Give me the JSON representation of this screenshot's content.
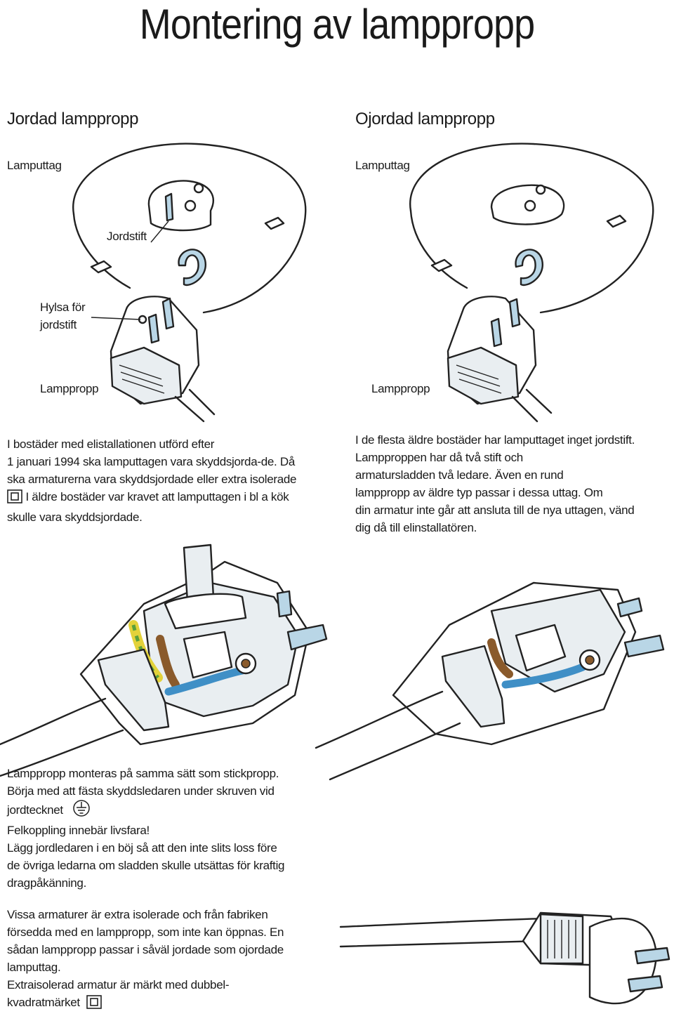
{
  "title": "Montering av lamppropp",
  "left": {
    "heading": "Jordad lamppropp",
    "label_lamputtag": "Lamputtag",
    "label_jordstift": "Jordstift",
    "label_hylsa": [
      "Hylsa för",
      "jordstift"
    ],
    "label_lamppropp": "Lamppropp",
    "paragraph": [
      "I bostäder med elistallationen utförd efter",
      "1 januari 1994 ska lamputtagen vara skyddsjorda-de. Då",
      "ska armaturerna vara skyddsjordade eller extra isolerade",
      "I äldre bostäder var kravet att lamputtagen i bl a kök",
      "skulle vara skyddsjordade."
    ]
  },
  "right": {
    "heading": "Ojordad lamppropp",
    "label_lamputtag": "Lamputtag",
    "label_lamppropp": "Lamppropp",
    "paragraph": [
      "I de flesta äldre bostäder har lamputtaget inget jordstift.",
      "Lampproppen har då två stift och",
      "armatursladden två ledare. Även en rund",
      "lamppropp av äldre typ passar i dessa uttag. Om",
      "din armatur inte går att ansluta till de nya uttagen, vänd",
      "dig då till elinstallatören."
    ]
  },
  "mounting": {
    "lines": [
      "Lamppropp monteras på samma sätt som stickpropp.",
      "Börja med att fästa skyddsledaren under skruven vid",
      "jordtecknet",
      "Felkoppling innebär livsfara!",
      "Lägg jordledaren i en böj så att den inte slits loss före",
      "de övriga ledarna om sladden skulle utsättas för kraftig",
      "dragpåkänning."
    ]
  },
  "extra": {
    "lines": [
      "Vissa armaturer är extra isolerade och från fabriken",
      "försedda med en lamppropp, som inte kan öppnas. En",
      "sådan lamppropp passar i såväl jordade som ojordade",
      "lamputtag.",
      "Extraisolerad armatur är märkt med dubbel-",
      "kvadratmärket"
    ]
  },
  "colors": {
    "wire_blue": "#3f8fc6",
    "wire_brown": "#8a5a2b",
    "wire_earth_yellow": "#e3d23a",
    "wire_earth_green": "#5aa03c",
    "part_blue": "#b9d6e6",
    "part_grey": "#e9eef1"
  },
  "icons": [
    "double-square-icon",
    "earth-symbol-icon"
  ]
}
